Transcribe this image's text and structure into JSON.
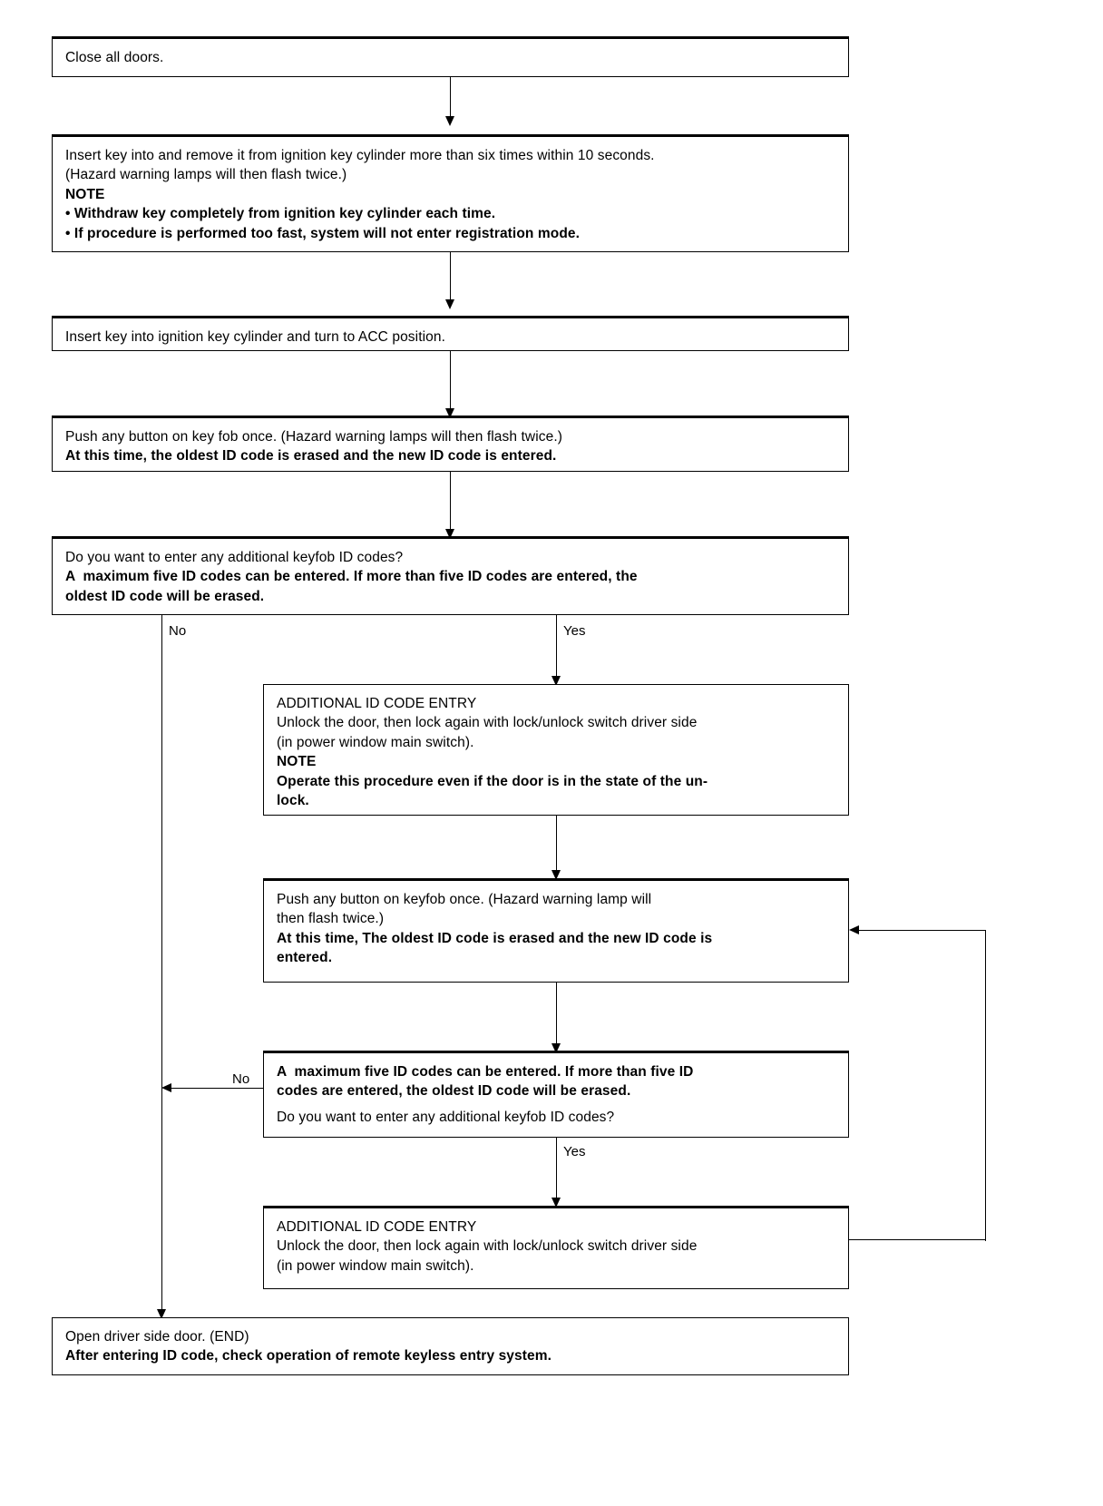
{
  "diagram": {
    "title": "Remote keyless entry ID code registration flowchart",
    "colors": {
      "ink": "#000000",
      "paper": "#ffffff"
    },
    "nodes": {
      "close_doors": {
        "lines": [
          {
            "text": "Close all doors.",
            "bold": false
          }
        ]
      },
      "insert_remove_key": {
        "lines": [
          {
            "text": "Insert key into and remove it from ignition key cylinder more than six times within 10 seconds.",
            "bold": false
          },
          {
            "text": "(Hazard warning lamps will then flash twice.)",
            "bold": false
          },
          {
            "text": "NOTE",
            "bold": true
          },
          {
            "text": "• Withdraw key completely from ignition key cylinder each time.",
            "bold": true
          },
          {
            "text": "• If procedure is performed too fast, system will not enter registration mode.",
            "bold": true
          }
        ]
      },
      "turn_acc": {
        "lines": [
          {
            "text": "Insert key into ignition key cylinder and turn to ACC position.",
            "bold": false
          }
        ]
      },
      "push_button_first": {
        "lines": [
          {
            "text": "Push any button on key fob once. (Hazard warning lamps will then flash twice.)",
            "bold": false
          },
          {
            "text": "At this time, the oldest ID code is erased and the new ID code is entered.",
            "bold": true
          }
        ]
      },
      "decision_first": {
        "lines": [
          {
            "text": "Do you want to enter any additional keyfob ID codes?",
            "bold": false
          },
          {
            "text": "A  maximum five ID codes can be entered. If more than five ID codes are entered, the",
            "bold": true
          },
          {
            "text": "oldest ID code will be erased.",
            "bold": true
          }
        ]
      },
      "additional_entry_first": {
        "lines": [
          {
            "text": "ADDITIONAL ID CODE ENTRY",
            "bold": false
          },
          {
            "text": "Unlock the door, then lock again with lock/unlock switch driver side",
            "bold": false
          },
          {
            "text": "(in power window main switch).",
            "bold": false
          },
          {
            "text": "NOTE",
            "bold": true
          },
          {
            "text": "Operate this procedure even if the door is in the state of the un-",
            "bold": true
          },
          {
            "text": "lock.",
            "bold": true
          }
        ]
      },
      "push_button_second": {
        "lines": [
          {
            "text": "Push any button on keyfob once. (Hazard warning lamp will",
            "bold": false
          },
          {
            "text": "then flash twice.)",
            "bold": false
          },
          {
            "text": "At this time, The oldest ID code is erased and the new ID code is",
            "bold": true
          },
          {
            "text": "entered.",
            "bold": true
          }
        ]
      },
      "decision_second": {
        "lines": [
          {
            "text": "A  maximum five ID codes can be entered. If more than five ID",
            "bold": true
          },
          {
            "text": "codes are entered, the oldest ID code will be erased.",
            "bold": true
          },
          {
            "text": "Do you want to enter any additional keyfob ID codes?",
            "bold": false
          }
        ]
      },
      "additional_entry_second": {
        "lines": [
          {
            "text": "ADDITIONAL ID CODE ENTRY",
            "bold": false
          },
          {
            "text": "Unlock the door, then lock again with lock/unlock switch driver side",
            "bold": false
          },
          {
            "text": "(in power window main switch).",
            "bold": false
          }
        ]
      },
      "end_box": {
        "lines": [
          {
            "text": "Open driver side door. (END)",
            "bold": false
          },
          {
            "text": "After entering ID code, check operation of remote keyless entry system.",
            "bold": true
          }
        ]
      }
    },
    "branch_labels": {
      "first_no": "No",
      "first_yes": "Yes",
      "second_no": "No",
      "second_yes": "Yes"
    }
  }
}
